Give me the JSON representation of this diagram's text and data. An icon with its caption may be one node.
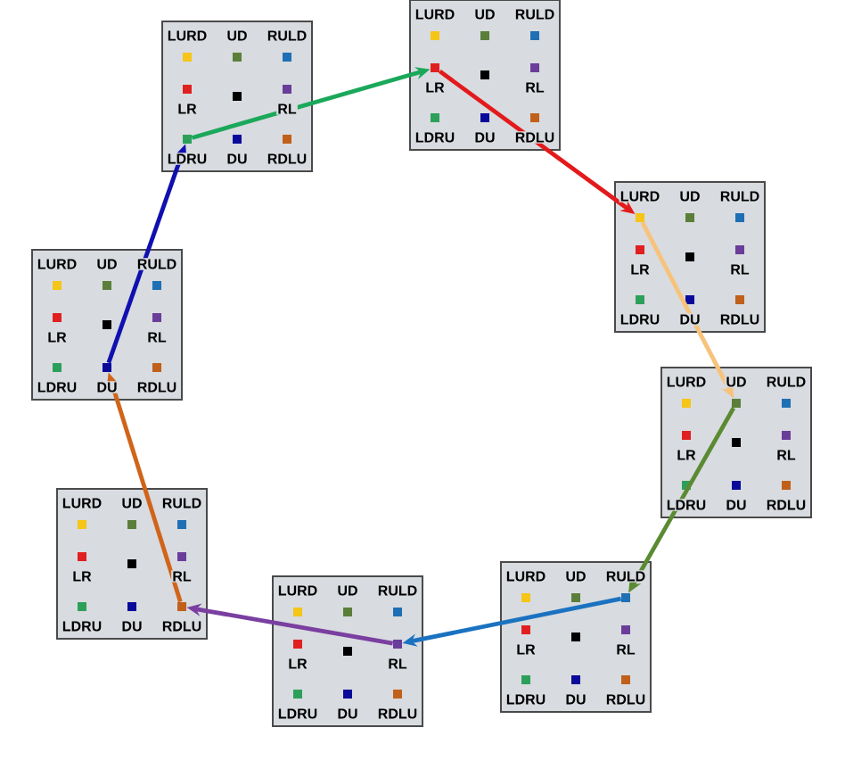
{
  "diagram": {
    "nodes": [
      {
        "text": [
          "LURD",
          "UD",
          "RULD",
          "LR",
          "RL",
          "LDRU",
          "DU",
          "RDLU"
        ]
      },
      {
        "text": [],
        "shape": "box",
        "in": 0
      },
      {
        "text": [],
        "shape": "box",
        "in": 0
      },
      {
        "text": [],
        "shape": "box",
        "in": 0
      },
      {
        "text": [],
        "shape": "box",
        "in": 0
      },
      {
        "text": [],
        "shape": "box",
        "in": 0
      },
      {
        "text": [],
        "shape": "box",
        "in": 0
      },
      {
        "text": [],
        "shape": "box",
        "in": 0
      },
      {
        "text": [],
        "shape": "box",
        "in": 0
      },
      {
        "text": [],
        "shape": "box",
        "in": 0
      },
      {
        "text": [
          "LURD",
          "UD",
          "RULD",
          "LR",
          "RL",
          "LDRU",
          "DU",
          "RDLU"
        ]
      },
      {
        "text": [],
        "shape": "box",
        "in": 10
      },
      {
        "text": [],
        "shape": "box",
        "in": 10
      },
      {
        "text": [],
        "shape": "box",
        "in": 10
      },
      {
        "text": [],
        "shape": "box",
        "in": 10
      },
      {
        "text": [],
        "shape": "box",
        "in": 10
      },
      {
        "text": [],
        "shape": "box",
        "in": 10
      },
      {
        "text": [],
        "shape": "box",
        "in": 10
      },
      {
        "text": [],
        "shape": "box",
        "in": 10
      },
      {
        "text": [],
        "shape": "box",
        "in": 10
      },
      {
        "text": [
          "LURD",
          "UD",
          "RULD",
          "LR",
          "RL",
          "LDRU",
          "DU",
          "RDLU"
        ]
      },
      {
        "text": [],
        "shape": "box",
        "in": 20
      },
      {
        "text": [],
        "shape": "box",
        "in": 20
      },
      {
        "text": [],
        "shape": "box",
        "in": 20
      },
      {
        "text": [],
        "shape": "box",
        "in": 20
      },
      {
        "text": [],
        "shape": "box",
        "in": 20
      },
      {
        "text": [],
        "shape": "box",
        "in": 20
      },
      {
        "text": [],
        "shape": "box",
        "in": 20
      },
      {
        "text": [],
        "shape": "box",
        "in": 20
      },
      {
        "text": [],
        "shape": "box",
        "in": 20
      },
      {
        "text": [
          "LURD",
          "UD",
          "RULD",
          "LR",
          "RL",
          "LDRU",
          "DU",
          "RDLU"
        ]
      },
      {
        "text": [],
        "shape": "box",
        "in": 30
      },
      {
        "text": [],
        "shape": "box",
        "in": 30
      },
      {
        "text": [],
        "shape": "box",
        "in": 30
      },
      {
        "text": [],
        "shape": "box",
        "in": 30
      },
      {
        "text": [],
        "shape": "box",
        "in": 30
      },
      {
        "text": [],
        "shape": "box",
        "in": 30
      },
      {
        "text": [],
        "shape": "box",
        "in": 30
      },
      {
        "text": [],
        "shape": "box",
        "in": 30
      },
      {
        "text": [],
        "shape": "box",
        "in": 30
      },
      {
        "text": [
          "LURD",
          "UD",
          "RULD",
          "LR",
          "RL",
          "LDRU",
          "DU",
          "RDLU"
        ]
      },
      {
        "text": [],
        "shape": "box",
        "in": 40
      },
      {
        "text": [],
        "shape": "box",
        "in": 40
      },
      {
        "text": [],
        "shape": "box",
        "in": 40
      },
      {
        "text": [],
        "shape": "box",
        "in": 40
      },
      {
        "text": [],
        "shape": "box",
        "in": 40
      },
      {
        "text": [],
        "shape": "box",
        "in": 40
      },
      {
        "text": [],
        "shape": "box",
        "in": 40
      },
      {
        "text": [],
        "shape": "box",
        "in": 40
      },
      {
        "text": [],
        "shape": "box",
        "in": 40
      },
      {
        "text": [
          "LURD",
          "UD",
          "RULD",
          "LR",
          "RL",
          "LDRU",
          "DU",
          "RDLU"
        ]
      },
      {
        "text": [],
        "shape": "box",
        "in": 50
      },
      {
        "text": [],
        "shape": "box",
        "in": 50
      },
      {
        "text": [],
        "shape": "box",
        "in": 50
      },
      {
        "text": [],
        "shape": "box",
        "in": 50
      },
      {
        "text": [],
        "shape": "box",
        "in": 50
      },
      {
        "text": [],
        "shape": "box",
        "in": 50
      },
      {
        "text": [],
        "shape": "box",
        "in": 50
      },
      {
        "text": [],
        "shape": "box",
        "in": 50
      },
      {
        "text": [],
        "shape": "box",
        "in": 50
      },
      {
        "text": [
          "LURD",
          "UD",
          "RULD",
          "LR",
          "RL",
          "LDRU",
          "DU",
          "RDLU"
        ]
      },
      {
        "text": [],
        "shape": "box",
        "in": 60
      },
      {
        "text": [],
        "shape": "box",
        "in": 60
      },
      {
        "text": [],
        "shape": "box",
        "in": 60
      },
      {
        "text": [],
        "shape": "box",
        "in": 60
      },
      {
        "text": [],
        "shape": "box",
        "in": 60
      },
      {
        "text": [],
        "shape": "box",
        "in": 60
      },
      {
        "text": [],
        "shape": "box",
        "in": 60
      },
      {
        "text": [],
        "shape": "box",
        "in": 60
      },
      {
        "text": [],
        "shape": "box",
        "in": 60
      },
      {
        "text": [
          "LURD",
          "UD",
          "RULD",
          "LR",
          "RL",
          "LDRU",
          "DU",
          "RDLU"
        ]
      },
      {
        "text": [],
        "shape": "box",
        "in": 70
      },
      {
        "text": [],
        "shape": "box",
        "in": 70
      },
      {
        "text": [],
        "shape": "box",
        "in": 70
      },
      {
        "text": [],
        "shape": "box",
        "in": 70
      },
      {
        "text": [],
        "shape": "box",
        "in": 70
      },
      {
        "text": [],
        "shape": "box",
        "in": 70
      },
      {
        "text": [],
        "shape": "box",
        "in": 70
      },
      {
        "text": [],
        "shape": "box",
        "in": 70
      },
      {
        "text": [],
        "shape": "box",
        "in": 70
      }
    ],
    "edges": [
      {
        "from": 7,
        "to": 14,
        "arrow": "to",
        "color": "#1aa85a"
      },
      {
        "from": 14,
        "to": 21,
        "arrow": "to",
        "color": "#e31a1c"
      },
      {
        "from": 21,
        "to": 32,
        "arrow": "to",
        "color": "#f7c27a"
      },
      {
        "from": 32,
        "to": 43,
        "arrow": "to",
        "color": "#5a8a32"
      },
      {
        "from": 43,
        "to": 56,
        "arrow": "to",
        "color": "#1a72c0"
      },
      {
        "from": 56,
        "to": 69,
        "arrow": "to",
        "color": "#7a3fa0"
      },
      {
        "from": 69,
        "to": 78,
        "arrow": "to",
        "color": "#d0641a"
      },
      {
        "from": 78,
        "to": 7,
        "arrow": "to",
        "color": "#1010b0"
      }
    ]
  }
}
